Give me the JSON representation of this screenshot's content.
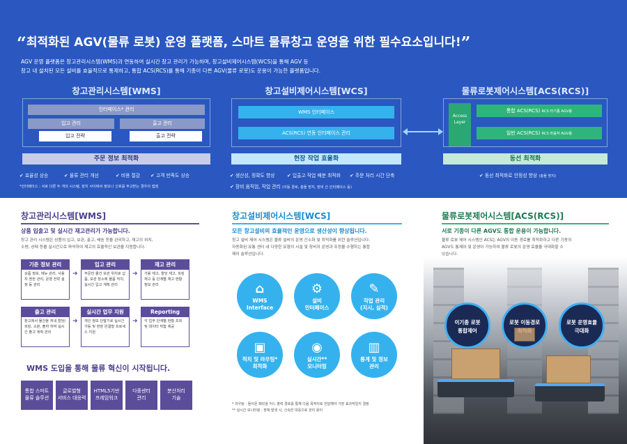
{
  "headline": {
    "open": "“",
    "text": "최적화된 AGV(물류 로봇) 운영 플랫폼, 스마트 물류창고 운영을 위한 필수요소입니다!",
    "close": "”"
  },
  "intro": {
    "line1": "AGV 운영 플랫폼은 창고관리시스템(WMS)과 연동하여 실시간 창고 관리가 가능하며, 창고설비제어시스템(WCS)을 통해 AGV 등",
    "line2": "창고 내 설치된 모든 설비를 효율적으로 통제하고, 통합 ACS(RCS)를 통해 기종이 다른 AGV(물류 로봇)도 운용이 가능한 플랫폼입니다."
  },
  "wms": {
    "title": "창고관리시스템",
    "tag": "[WMS]",
    "interface": "인터페이스* 관리",
    "in_mgmt": "입고 관리",
    "in_strategy": "입고 전략",
    "out_mgmt": "출고 관리",
    "out_strategy": "출고 전략",
    "footer": "주문 정보 최적화",
    "benefits": [
      "효율성 상승",
      "물류 관리 개선",
      "비용 절감",
      "고객 만족도 상승"
    ],
    "note": "*인터페이스 : 서로 다른 두 개의 시스템, 장치 사이에서 정보나 신호를 주고받는 경우의 접점"
  },
  "wcs": {
    "title": "창고설비제어시스템",
    "tag": "[WCS]",
    "wms_if": "WMS 인터페이스",
    "acs_if": "ACS(RCS) 연동 인터페이스 관리",
    "footer": "현장 작업 효율화",
    "benefits": [
      "생산성, 정확도 향상",
      "입출고 작업 배분 최적화",
      "주문 처리 시간 단축",
      "장비 움직임, 작업 관리"
    ],
    "benefit_small": "(이동 경로, 충돌 방지, 장비 간 인터페이스 등)"
  },
  "acs": {
    "title": "물류로봇제어시스템",
    "tag": "[ACS(RCS)]",
    "access": "Access Layer",
    "int_acs": "통합 ACS(RCS)",
    "int_note": "RCS 타기종 AGV용",
    "gen_acs": "일반 ACS(RCS)",
    "gen_note": "RCS 마음처 AGV용",
    "footer": "동선 최적화",
    "benefit": "동선 최적화로 안정성 향상",
    "benefit_small": "(충돌 방지)"
  },
  "s_wms": {
    "title": "창고관리시스템[WMS]",
    "sub": "상품 입출고 및 실시간 재고관리가 가능합니다.",
    "desc1": "창고 관리 시스템은 상품의 입고, 보관, 출고, 배송 등을 관리하고, 재고의 위치,",
    "desc2": "수량, 상태 등을 실시간으로 파악하여 재고의 효율적인 보관을 지원합니다.",
    "boxes": [
      {
        "h": "기준 정보 관리",
        "b": "상품 정보, 메뉴 관리, 사용자 권한 관리, 운영 전략 설정 등 관리"
      },
      {
        "h": "입고 관리",
        "b": "주문한 물건 보관 위치로 납품, 보관 장소에 물품 적치, 실시간 입고 계획 관리"
      },
      {
        "h": "재고 관리",
        "b": "가용 재고, 할당 재고, 피킹 재고 등 단계별 재고 현황 정보 관리"
      },
      {
        "h": "출고 관리",
        "b": "창고에서 물건을 꺼내 할당/피킹, 소분, 출하 하여 실시간 출고 계획 관리"
      },
      {
        "h": "실시간 업무 지원",
        "b": "개인 정보 단말기로 실시간 가동 및 현장 완결형 프로세스 지원"
      },
      {
        "h": "Reporting",
        "b": "각 업무 단계별 현황 조회 및 데이터 취합 제공"
      }
    ],
    "innov": "WMS 도입을 통해 물류 혁신이 시작됩니다.",
    "tiles": [
      [
        "통합 스마트",
        "물류 솔루션"
      ],
      [
        "글로벌형",
        "서비스 대응력"
      ],
      [
        "HTML5기반",
        "프레임워크"
      ],
      [
        "다중센터",
        "관리"
      ],
      [
        "분산처리",
        "기술"
      ]
    ]
  },
  "s_wcs": {
    "title": "창고설비제어시스템[WCS]",
    "sub": "모든 창고설비의 효율적인 운영으로 생산성이 향상됩니다.",
    "desc1": "창고 설비 제어 시스템은 물류 설비의 운영 간소화 및 최적화를 위한 솔루션입니다.",
    "desc2": "자동화된 유통 센터 내 다양한 유형의 시설 및 장비의 운영과 조정을 수행하는 통합",
    "desc3": "제어 솔루션입니다.",
    "circles": [
      [
        "WMS",
        "Interface",
        ""
      ],
      [
        "설비",
        "인터페이스",
        ""
      ],
      [
        "작업 관리",
        "(지시, 실적)",
        ""
      ],
      [
        "적치 및 라우팅*",
        "최적화",
        ""
      ],
      [
        "실시간**",
        "모니터링",
        ""
      ],
      [
        "통계 및 정보",
        "관리",
        ""
      ]
    ],
    "note1": "* 라우팅 : 들어온 패킷을 어느 출력 경로를 통해 다음 목적지로 전달해야 가장 효과적일지 결정",
    "note2": "** 실시간 모니터링 : 장애 발생 시, 신속한 대응으로 관리 용이"
  },
  "s_acs": {
    "title": "물류로봇제어시스템[ACS(RCS)]",
    "sub": "서로 기종이 다른 AGV도 통합 운용이 가능합니다.",
    "desc1": "물류 로봇 제어 시스템인 ACS는 AGV의 이동 경로를 최적화하고 다른 기종의",
    "desc2": "AGV도 통제와 및 운영이 가능하여 물류 로봇의 운영 효율을 극대화할 수",
    "desc3": "있습니다.",
    "circles": [
      [
        "이기종 로봇",
        "통합제어"
      ],
      [
        "로봇 이동경로",
        "최적화"
      ],
      [
        "로봇 운영효율",
        "극대화"
      ]
    ]
  },
  "colors": {
    "top_bg": "#2a58c0",
    "wms_purple": "#5c4d9a",
    "wcs_blue": "#35b2ee",
    "acs_green": "#2fb57c"
  }
}
